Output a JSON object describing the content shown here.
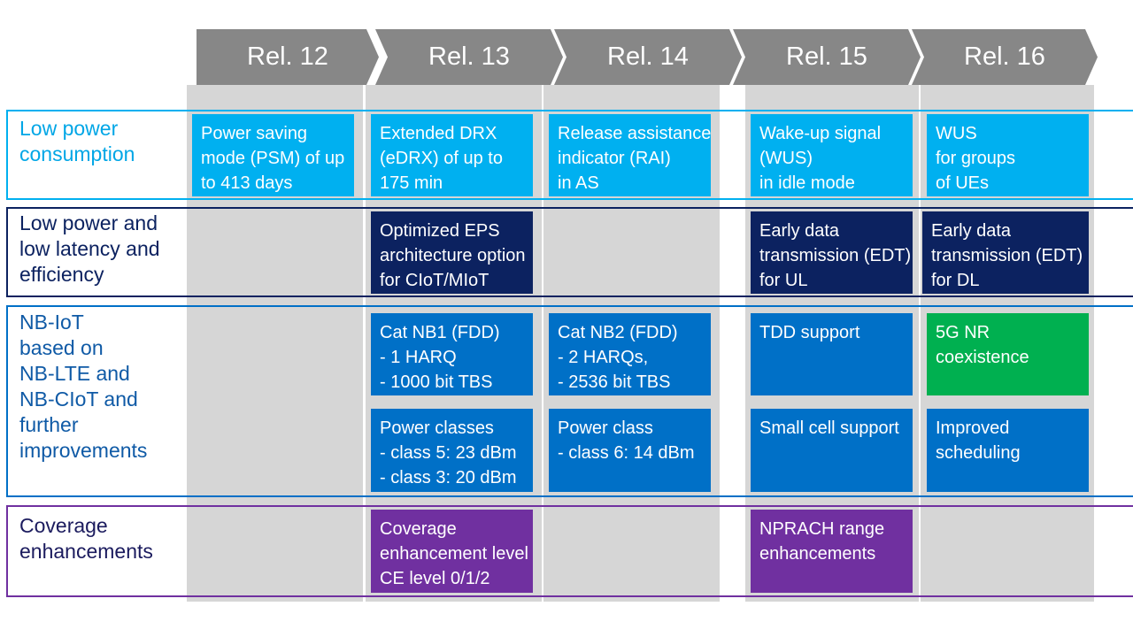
{
  "releases": [
    "Rel. 12",
    "Rel. 13",
    "Rel. 14",
    "Rel. 15",
    "Rel. 16"
  ],
  "colors": {
    "header_gray": "#878787",
    "column_gray": "#d6d6d6",
    "light_blue": "#00b0f0",
    "navy": "#0c2260",
    "blue": "#0070c7",
    "green": "#00b050",
    "purple": "#7030a0"
  },
  "rows": {
    "low_power": {
      "label": [
        "Low power",
        "consumption"
      ],
      "cells": {
        "rel12": [
          "Power saving",
          "mode (PSM) of up",
          "to 413 days"
        ],
        "rel13": [
          "Extended DRX",
          "(eDRX) of up to",
          "175 min"
        ],
        "rel14": [
          "Release assistance",
          "indicator (RAI)",
          "in AS"
        ],
        "rel15": [
          "Wake-up signal",
          "(WUS)",
          "in idle mode"
        ],
        "rel16": [
          "WUS",
          "for groups",
          "of UEs"
        ]
      }
    },
    "latency": {
      "label": [
        "Low power and",
        "low latency and",
        "efficiency"
      ],
      "cells": {
        "rel13": [
          "Optimized EPS",
          "architecture option",
          "for CIoT/MIoT"
        ],
        "rel15": [
          "Early data",
          "transmission (EDT)",
          "for UL"
        ],
        "rel16": [
          "Early data",
          "transmission (EDT)",
          "for DL"
        ]
      }
    },
    "nbiot": {
      "label": [
        "NB-IoT",
        "based on",
        "NB-LTE and",
        "NB-CIoT and",
        "further",
        "improvements"
      ],
      "cells_top": {
        "rel13": [
          "Cat NB1 (FDD)",
          "- 1 HARQ",
          "- 1000 bit TBS"
        ],
        "rel14": [
          "Cat NB2 (FDD)",
          "- 2 HARQs,",
          "- 2536 bit TBS"
        ],
        "rel15": [
          "TDD support"
        ],
        "rel16": [
          "5G NR",
          "coexistence"
        ]
      },
      "cells_bottom": {
        "rel13": [
          "Power classes",
          "- class 5: 23 dBm",
          "- class 3: 20 dBm"
        ],
        "rel14": [
          "Power class",
          "- class 6: 14 dBm"
        ],
        "rel15": [
          "Small cell support"
        ],
        "rel16": [
          "Improved",
          "scheduling"
        ]
      }
    },
    "coverage": {
      "label": [
        "Coverage",
        "enhancements"
      ],
      "cells": {
        "rel13": [
          "Coverage",
          "enhancement level",
          "CE level 0/1/2"
        ],
        "rel15": [
          "NPRACH range",
          "enhancements"
        ]
      }
    }
  }
}
